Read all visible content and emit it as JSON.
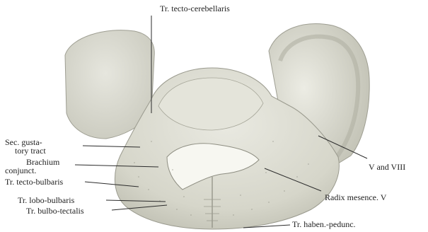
{
  "labels": {
    "tecto_cerebellaris": "Tr. tecto-cerebellaris",
    "sec_gustatory_line1": "Sec. gusta-",
    "sec_gustatory_line2": "tory tract",
    "brachium_line1": "Brachium",
    "brachium_line2": "conjunct.",
    "tecto_bulbaris": "Tr. tecto-bulbaris",
    "lobo_bulbaris": "Tr. lobo-bulbaris",
    "bulbo_tectalis": "Tr. bulbo-tectalis",
    "v_and_viii": "V and VIII",
    "radix_mesence": "Radix mesence. V",
    "haben_pedunc": "Tr. haben.-pedunc."
  },
  "colors": {
    "tissue": "#dcdcd2",
    "tissue_dark": "#b9b9ad",
    "shadow": "#a8a89b",
    "background": "#ffffff"
  }
}
